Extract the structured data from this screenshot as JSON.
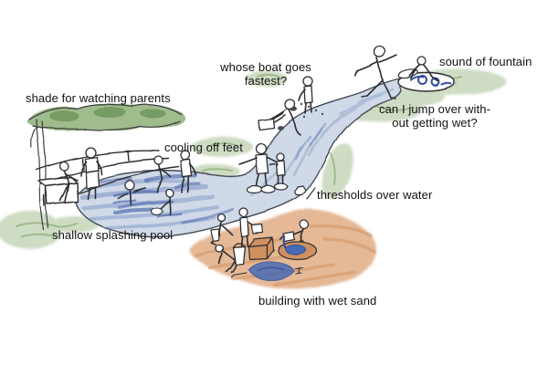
{
  "scene": {
    "description": "hand-drawn concept sketch of a water playground",
    "labels": {
      "shade": "shade for watching parents",
      "boat": [
        "whose boat goes",
        "fastest?"
      ],
      "fountain": "sound of fountain",
      "cooling": "cooling off feet",
      "jump": [
        "can I jump over with-",
        "out getting wet?"
      ],
      "thresholds": "thresholds over water",
      "pool": "shallow splashing pool",
      "sand": "building with wet sand"
    },
    "colors": {
      "ink": "#2d2d33",
      "text": "#121212",
      "water_fill": "#cfd9e7",
      "water_stroke": "#9db1cf",
      "pool_blue": "#4a6ab4",
      "deep_blue": "#32509e",
      "grass": "#8aab72",
      "foliage": "#769e5d",
      "foliage_dark": "#54803f",
      "sand": "#dfa87c",
      "sand_deep": "#cf9160"
    }
  }
}
